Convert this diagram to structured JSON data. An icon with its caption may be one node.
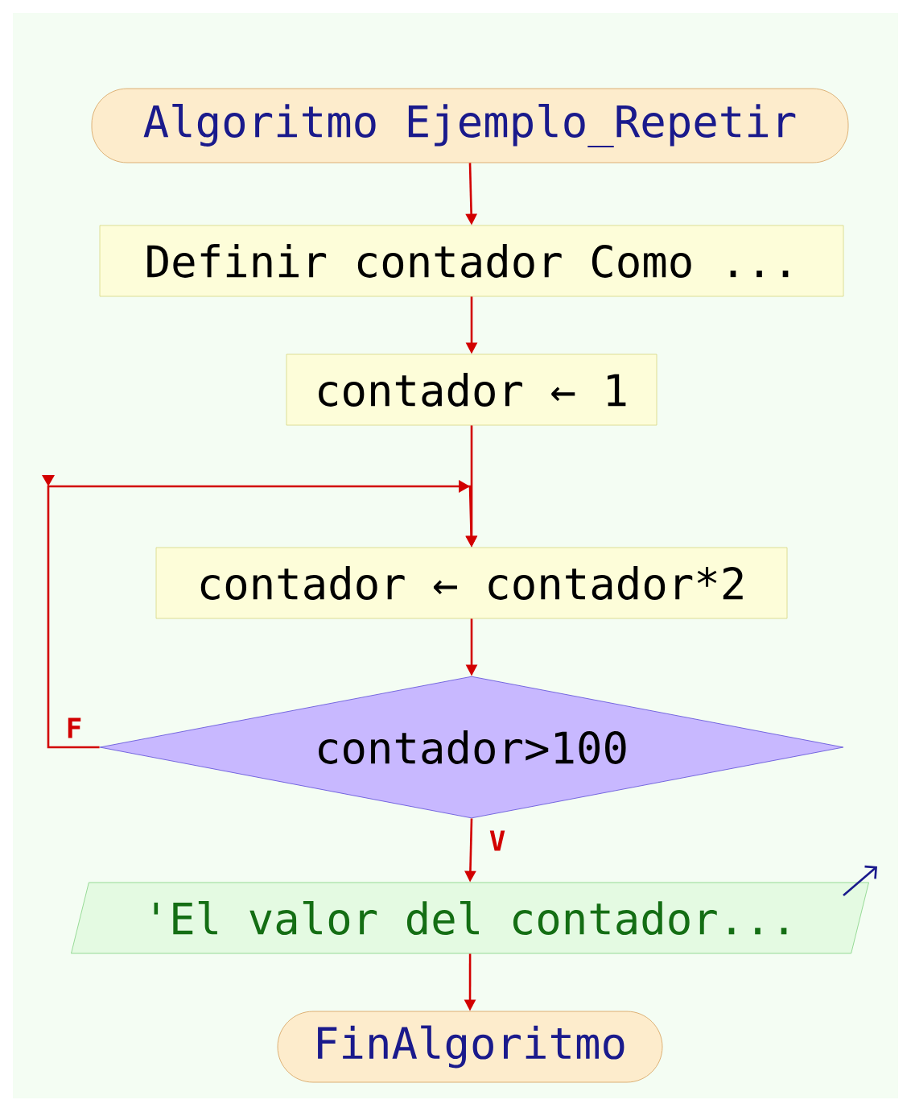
{
  "diagram": {
    "nodes": [
      {
        "text": [
          "Algoritmo Ejemplo_Repetir"
        ]
      },
      {
        "text": [
          "Definir contador Como ..."
        ]
      },
      {
        "text": [
          "contador ← 1"
        ]
      },
      {
        "text": [
          "contador ← contador*2"
        ]
      },
      {
        "text": [
          "contador>100"
        ]
      },
      {
        "text": [
          "'El valor del contador..."
        ]
      },
      {
        "text": [
          "FinAlgoritmo"
        ]
      }
    ],
    "edges": [
      {
        "from": 0,
        "to": 1,
        "arrow": "to"
      },
      {
        "from": 1,
        "to": 2,
        "arrow": "to"
      },
      {
        "from": 2,
        "to": 3,
        "arrow": "to"
      },
      {
        "from": 3,
        "to": 4,
        "arrow": "to"
      },
      {
        "from": 4,
        "to": 3,
        "arrow": "to",
        "label": "F"
      },
      {
        "from": 4,
        "to": 5,
        "arrow": "to",
        "label": "V"
      },
      {
        "from": 5,
        "to": 6,
        "arrow": "to"
      }
    ]
  }
}
